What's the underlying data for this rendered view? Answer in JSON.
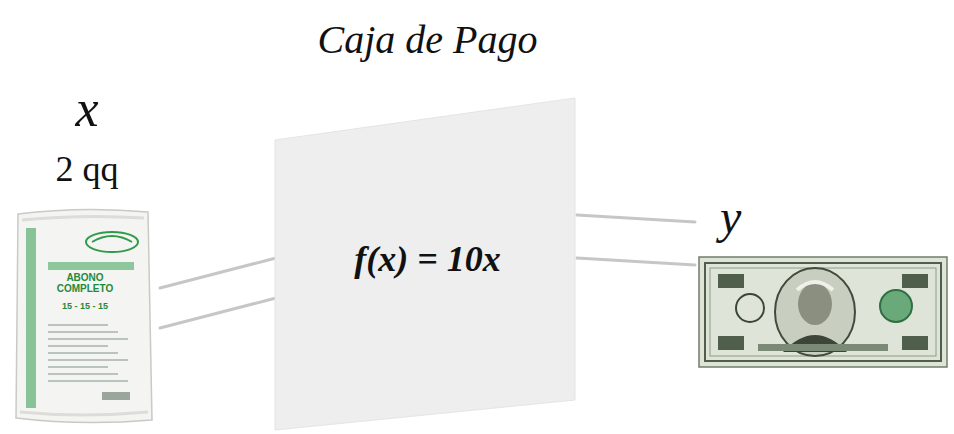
{
  "diagram": {
    "nodes": [
      {
        "text": [
          "x",
          "2 qq"
        ]
      },
      {
        "text": [
          "Caja de Pago",
          "f(x) = 10x"
        ]
      },
      {
        "text": [
          "y"
        ]
      }
    ],
    "edges": [
      {
        "from": 0,
        "to": 1,
        "arrow": "none"
      },
      {
        "from": 1,
        "to": 2,
        "arrow": "none"
      }
    ],
    "labels": [
      "ABONO COMPLETO",
      "15 - 15 - 15"
    ]
  }
}
